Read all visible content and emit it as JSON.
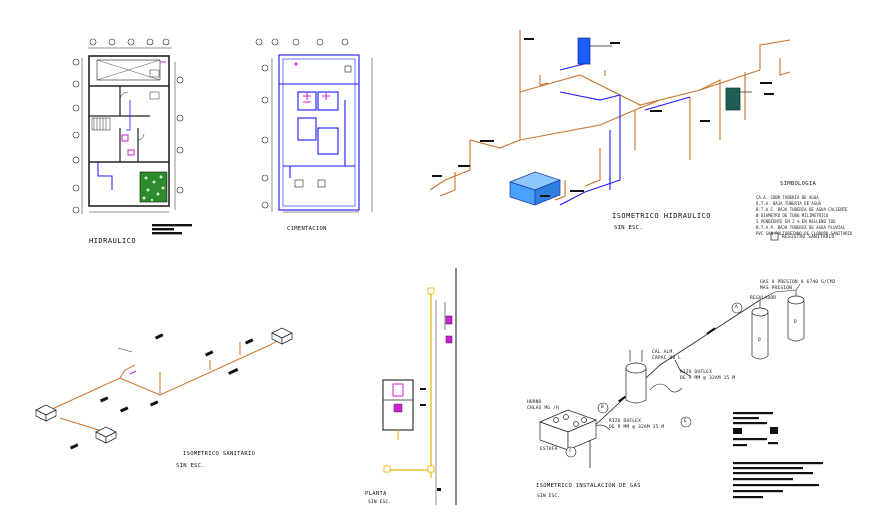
{
  "colors": {
    "water_cold": "#1a1aff",
    "water_hot": "#c8742a",
    "gas": "#222222",
    "tank_blue": "#4aa0ff",
    "heater_teal": "#1f5f55",
    "boiler_blue": "#1b5cff",
    "wall": "#222222",
    "accent_magenta": "#d21ed2",
    "accent_yellow": "#e6b400",
    "garden_green": "#2d8a2d",
    "rule_gray": "#888888"
  },
  "labels": {
    "hidraulico": "HIDRAULICO",
    "cimentacion": "CIMENTACION",
    "isometrico_hidraulico": "ISOMETRICO HIDRAULICO",
    "sin_esc_1": "SIN ESC.",
    "simbologia": "SIMBOLOGIA",
    "registro_sanitario": "REGISTRO SANITARIO",
    "isometrico_sanitario": "ISOMETRICO SANITARIO",
    "sin_esc_2": "SIN ESC.",
    "planta": "PLANTA",
    "sin_esc_3": "SIN ESC.",
    "isometrico_gas": "ISOMETRICO INSTALACION DE GAS",
    "sin_esc_4": "SIN ESC.",
    "gas_presion": "GAS A PRESION A 6740 G/CM2",
    "mas_presion": "MAS PRESION",
    "regulador": "REGULADOR",
    "cal_alm": "CAL ALM.",
    "cal_alm_cap": "CAPAC 40 L",
    "rizo_duflex_1": "RIZO DUFLEX",
    "rizo_duflex_1_spec": "DE 9 MM @ 32AM 15 M",
    "rizo_duflex_2": "RIZO DUFLEX",
    "rizo_duflex_2_spec": "DE 9 MM @ 32AM 15 M",
    "estufa": "ESTUFA",
    "horno": "HORNO",
    "horno_cap": "CHLAS MG /H",
    "marker_a": "A",
    "marker_b": "B",
    "marker_c": "C",
    "marker_e": "E",
    "marker_d": "D"
  },
  "legend": [
    {
      "code": "CA.A.",
      "text": "COBR TUBERIA DE AGUA"
    },
    {
      "code": "B.T.A.",
      "text": "BAJA TUBERIA DE AGUA"
    },
    {
      "code": "B.T.A.C.",
      "text": "BAJA TUBERIA DE AGUA CALIENTE"
    },
    {
      "code": "Ø",
      "text": "DIAMETRO DE TUBO MILIMETRICO"
    },
    {
      "code": "S",
      "text": "PENDIENTE EN 2 % EN RELLENO TOD"
    },
    {
      "code": "B.T.A.P.",
      "text": "BAJA TUBERIA DE AGUA PLUVIAL"
    },
    {
      "code": "PVC SAN",
      "text": "POLIURETANO DE CLORURO SANITARIO"
    }
  ]
}
